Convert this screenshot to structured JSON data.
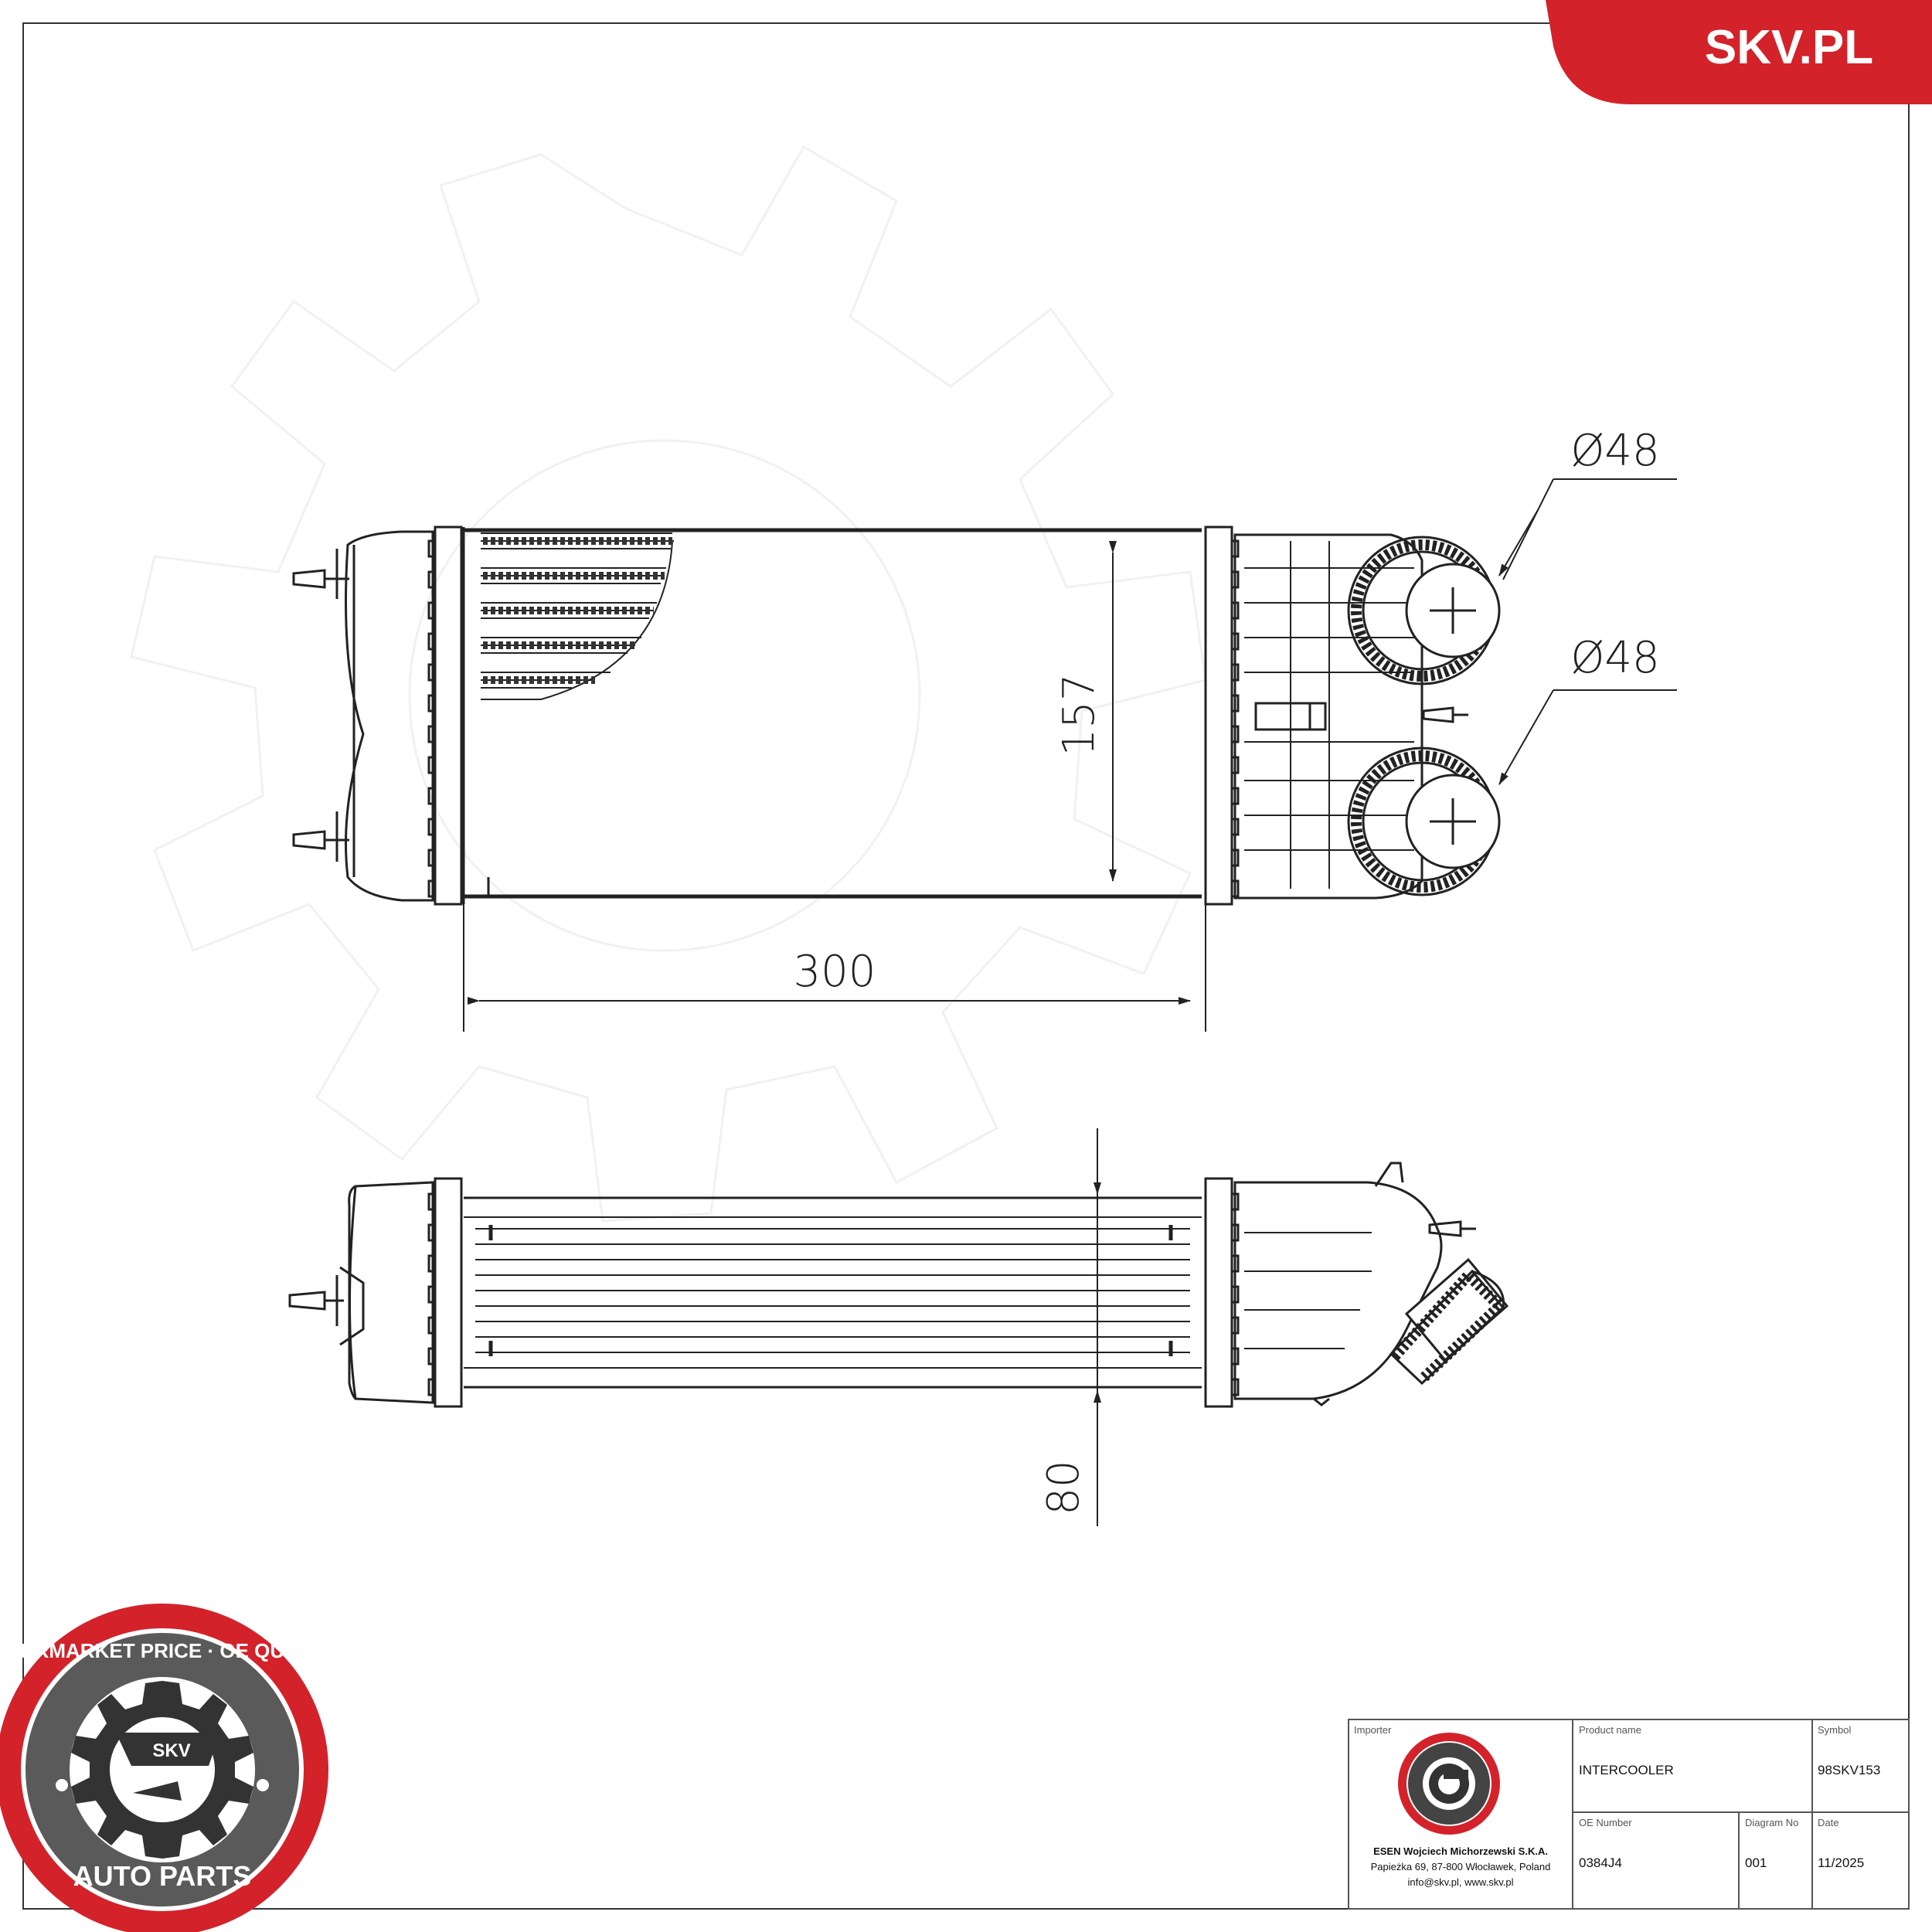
{
  "brand": {
    "site": "SKV.PL",
    "accent_color": "#d3222a",
    "seal": {
      "top_arc": "AFTERMARKET PRICE · OE QUALITY",
      "bottom_arc": "AUTO PARTS",
      "center": "SKV"
    }
  },
  "drawing": {
    "views": [
      "front-view",
      "top-view"
    ],
    "dimensions": {
      "diameter_inlet": "Ø48",
      "diameter_outlet": "Ø48",
      "height": "157",
      "length": "300",
      "depth": "80"
    }
  },
  "title_block": {
    "importer_label": "Importer",
    "importer_name": "ESEN Wojciech Michorzewski S.K.A.",
    "importer_address": "Papieżka 69, 87-800 Włocławek, Poland",
    "importer_contact": "info@skv.pl, www.skv.pl",
    "product_name_label": "Product name",
    "product_name": "INTERCOOLER",
    "symbol_label": "Symbol",
    "symbol": "98SKV153",
    "oe_number_label": "OE Number",
    "oe_number": "0384J4",
    "diagram_no_label": "Diagram No",
    "diagram_no": "001",
    "date_label": "Date",
    "date": "11/2025"
  }
}
